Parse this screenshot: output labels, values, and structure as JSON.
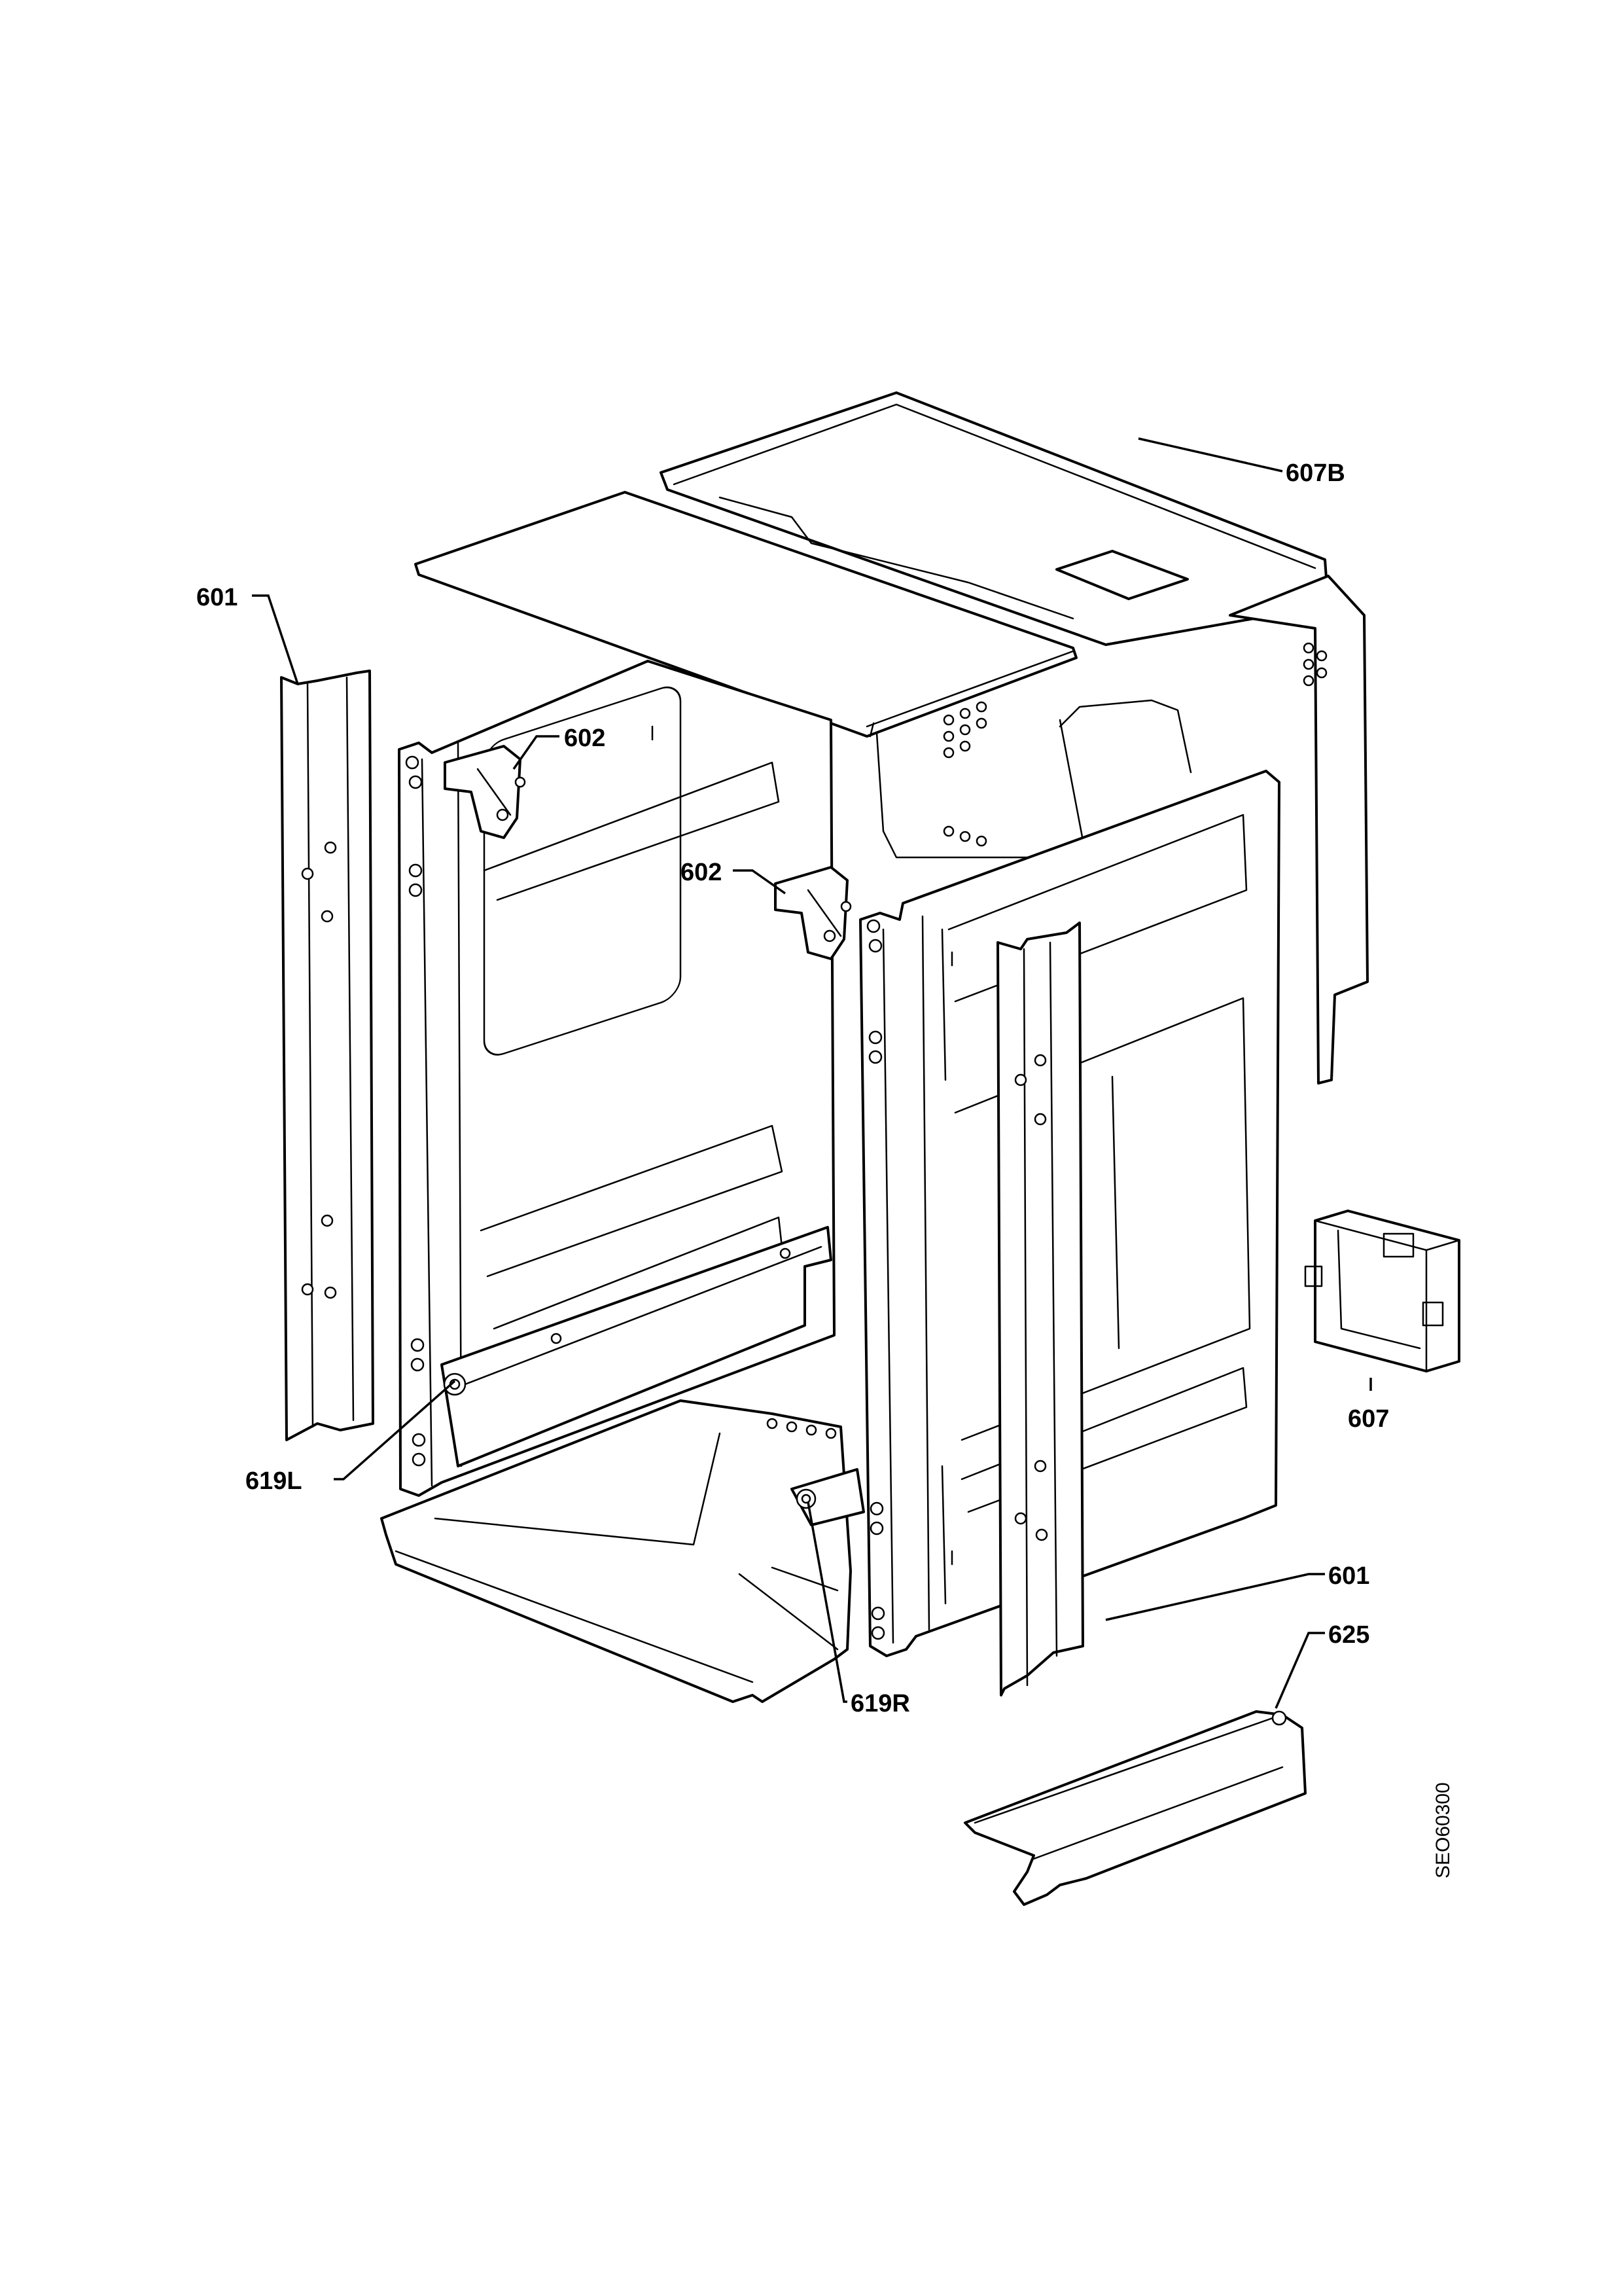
{
  "callouts": {
    "c601_left": "601",
    "c607b": "607B",
    "c602_top": "602",
    "c602_mid": "602",
    "c619l": "619L",
    "c607": "607",
    "c601_right": "601",
    "c625": "625",
    "c619r": "619R"
  },
  "drawing_code": "SEO60300"
}
